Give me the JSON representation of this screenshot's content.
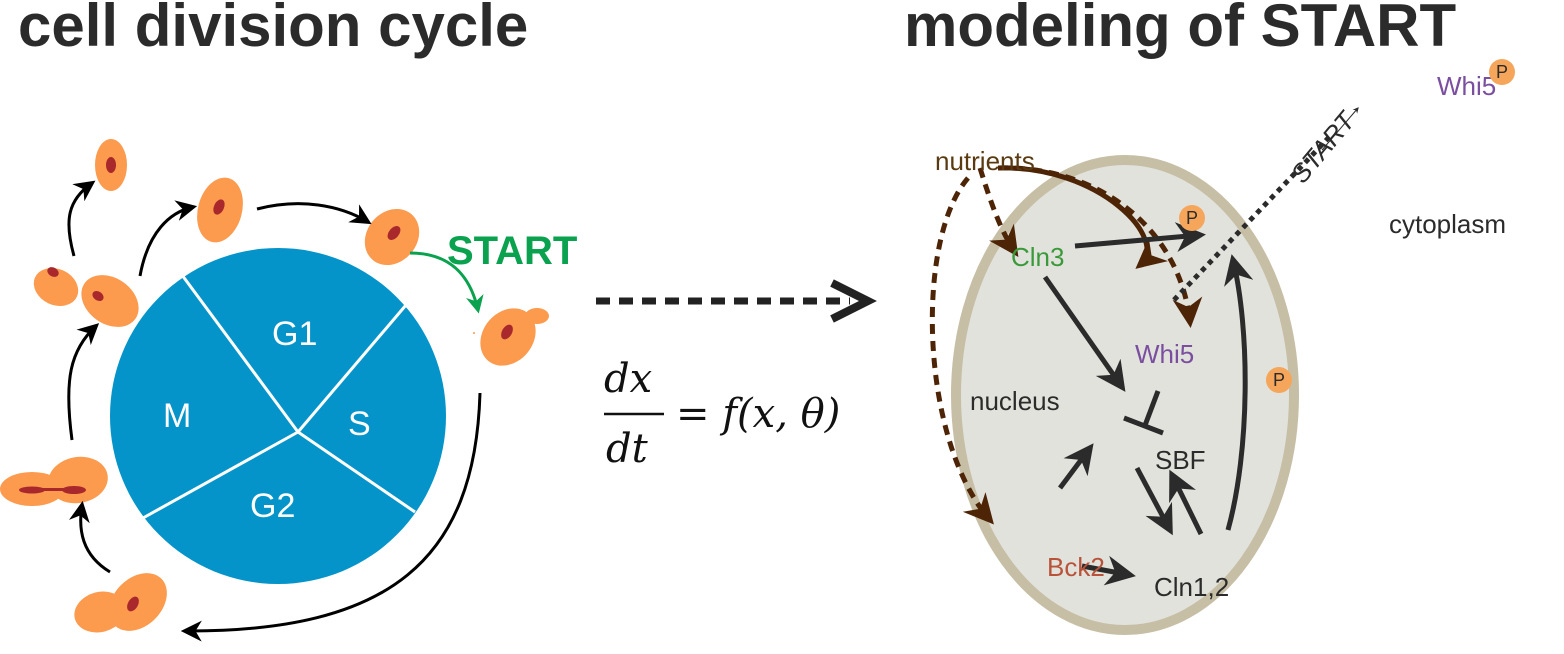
{
  "left_panel": {
    "title": "cell division cycle",
    "phases": [
      "G1",
      "S",
      "G2",
      "M"
    ],
    "start_label": "START",
    "colors": {
      "cycle_circle": "#0494ca",
      "cell_body": "#fc9a4e",
      "cell_nucleus": "#a8282c",
      "start_arrow": "#0aa24e"
    }
  },
  "middle": {
    "equation": {
      "numerator": "dx",
      "denominator": "dt",
      "rhs": "= f(x, θ)"
    }
  },
  "right_panel": {
    "title": "modeling of START",
    "compartments": {
      "nucleus": "nucleus",
      "cytoplasm": "cytoplasm"
    },
    "nodes": {
      "nutrients": "nutrients",
      "cln3": "Cln3",
      "whi5": "Whi5",
      "sbf": "SBF",
      "bck2": "Bck2",
      "cln12": "Cln1,2",
      "whi5_p": "Whi5"
    },
    "phospho_badge": "P",
    "start_transition": "START",
    "colors": {
      "nutrients": "#5a3a10",
      "cln3": "#3a9a3a",
      "whi5": "#7b4fa0",
      "bck2": "#b8533a",
      "dark": "#2b2b2b",
      "dashed_arrow": "#4e2406",
      "nucleus_fill": "#e2e2dc",
      "nucleus_border": "#c6bea5",
      "badge": "#f5a65a"
    },
    "interactions": [
      {
        "from": "nutrients",
        "to": "Cln3",
        "type": "activation",
        "style": "dashed"
      },
      {
        "from": "nutrients",
        "to": "Whi5",
        "type": "activation",
        "style": "dashed"
      },
      {
        "from": "nutrients",
        "to": "Bck2",
        "type": "activation",
        "style": "dashed"
      },
      {
        "from": "Cln3",
        "to": "SBF",
        "type": "activation",
        "style": "solid"
      },
      {
        "from": "Cln3",
        "to": "Whi5 export",
        "type": "phosphorylation",
        "style": "solid"
      },
      {
        "from": "Whi5",
        "to": "SBF",
        "type": "inhibition",
        "style": "solid"
      },
      {
        "from": "Bck2",
        "to": "SBF",
        "type": "activation",
        "style": "solid"
      },
      {
        "from": "Bck2",
        "to": "Cln1,2",
        "type": "activation",
        "style": "solid"
      },
      {
        "from": "SBF",
        "to": "Cln1,2",
        "type": "activation",
        "style": "solid"
      },
      {
        "from": "Cln1,2",
        "to": "SBF",
        "type": "activation",
        "style": "solid"
      },
      {
        "from": "Cln1,2",
        "to": "Whi5 export",
        "type": "phosphorylation",
        "style": "solid"
      },
      {
        "from": "Whi5",
        "to": "Whi5-P (cytoplasm)",
        "type": "START",
        "style": "dotted"
      }
    ]
  }
}
